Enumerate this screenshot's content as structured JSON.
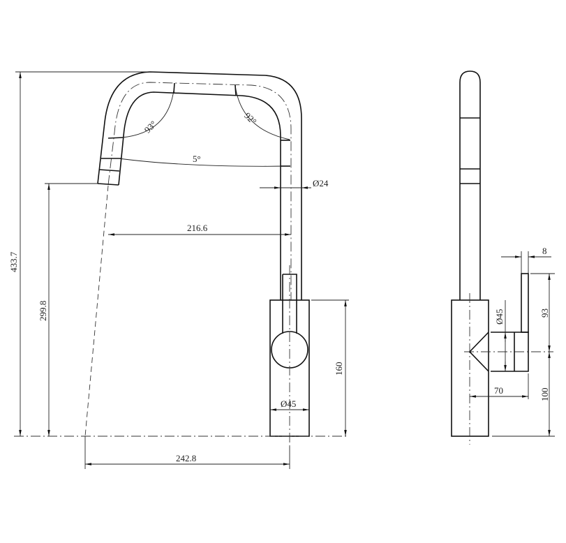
{
  "front_view": {
    "overall_height": "433.7",
    "spout_outlet_height": "299.8",
    "reach_to_center": "216.6",
    "outlet_to_center": "242.8",
    "body_height": "160",
    "body_diameter": "Ø45",
    "tube_diameter": "Ø24",
    "spout_tilt": "5°",
    "left_bend_angle": "93°",
    "right_bend_angle": "92°"
  },
  "side_view": {
    "lever_thickness": "8",
    "lever_height": "93",
    "lever_axis_height": "100",
    "lever_projection": "70",
    "lever_diameter": "Ø45"
  },
  "colors": {
    "line": "#111111",
    "background": "#ffffff"
  }
}
